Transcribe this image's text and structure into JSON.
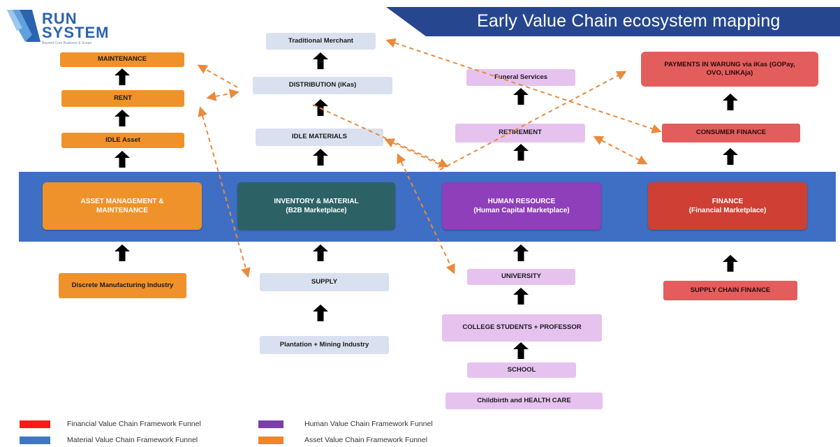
{
  "title": "Early Value Chain ecosystem mapping",
  "logo": {
    "line1": "RUN",
    "line2": "SYSTEM",
    "tagline": "Beyond Core Business & Scope"
  },
  "colors": {
    "band": "#3f6fc4",
    "title_bar": "#26478f",
    "orange": "#f0922b",
    "inventory": "#2c6266",
    "purple": "#8e3fb9",
    "red": "#cf3f33"
  },
  "main": {
    "asset": [
      "ASSET MANAGEMENT &",
      "MAINTENANCE"
    ],
    "inventory": [
      "INVENTORY & MATERIAL",
      "(B2B Marketplace)"
    ],
    "hr": [
      "HUMAN RESOURCE",
      "(Human Capital Marketplace)"
    ],
    "finance": [
      "FINANCE",
      "(Financial Marketplace)"
    ]
  },
  "asset_col": {
    "maintenance": "MAINTENANCE",
    "rent": "RENT",
    "idle_asset": "IDLE Asset",
    "source": "Discrete Manufacturing Industry"
  },
  "inventory_col": {
    "merchant": "Traditional Merchant",
    "distribution": "DISTRIBUTION (iKas)",
    "idle_materials": "IDLE MATERIALS",
    "supply": "SUPPLY",
    "source": "Plantation + Mining Industry"
  },
  "hr_col": {
    "funeral": "Funeral Services",
    "retirement": "RETIREMENT",
    "university": "UNIVERSITY",
    "college": "COLLEGE STUDENTS + PROFESSOR",
    "school": "SCHOOL",
    "childbirth": "Childbirth and HEALTH CARE"
  },
  "finance_col": {
    "payments": "PAYMENTS IN WARUNG via iKas (GOPay, OVO, LINKAja)",
    "consumer": "CONSUMER FINANCE",
    "supply_chain": "SUPPLY CHAIN FINANCE"
  },
  "legend": [
    {
      "label": "Financial Value Chain Framework  Funnel",
      "color": "#ff1a1a"
    },
    {
      "label": "Material Value Chain Framework  Funnel",
      "color": "#3f78c0"
    },
    {
      "label": "Human  Value Chain Framework  Funnel",
      "color": "#7a3fa8"
    },
    {
      "label": "Asset Value Chain Framework  Funnel",
      "color": "#f0842b"
    }
  ]
}
